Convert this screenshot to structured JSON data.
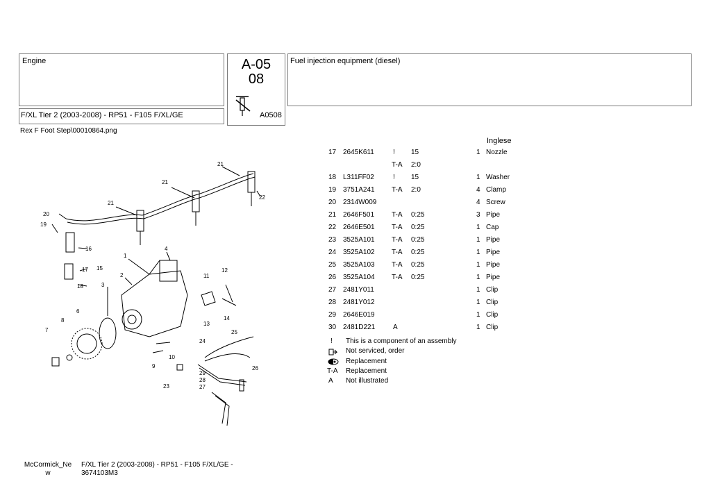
{
  "header": {
    "section_title": "Engine",
    "code_line1": "A-05",
    "code_line2": "08",
    "code_small": "A0508",
    "description": "Fuel injection equipment (diesel)",
    "model_line": "F/XL Tier 2 (2003-2008) - RP51 - F105 F/XL/GE"
  },
  "image_caption": "Rex F Foot Step\\00010864.png",
  "language_label": "Inglese",
  "parts": [
    {
      "num": "17",
      "part": "2645K611",
      "flag": "!",
      "qty_note": "15",
      "qty": "1",
      "desc": "Nozzle"
    },
    {
      "num": "",
      "part": "",
      "flag": "T-A",
      "qty_note": "2:0",
      "qty": "",
      "desc": ""
    },
    {
      "num": "18",
      "part": "L311FF02",
      "flag": "!",
      "qty_note": "15",
      "qty": "1",
      "desc": "Washer"
    },
    {
      "num": "19",
      "part": "3751A241",
      "flag": "T-A",
      "qty_note": "2:0",
      "qty": "4",
      "desc": "Clamp"
    },
    {
      "num": "20",
      "part": "2314W009",
      "flag": "",
      "qty_note": "",
      "qty": "4",
      "desc": "Screw"
    },
    {
      "num": "21",
      "part": "2646F501",
      "flag": "T-A",
      "qty_note": "0:25",
      "qty": "3",
      "desc": "Pipe"
    },
    {
      "num": "22",
      "part": "2646E501",
      "flag": "T-A",
      "qty_note": "0:25",
      "qty": "1",
      "desc": "Cap"
    },
    {
      "num": "23",
      "part": "3525A101",
      "flag": "T-A",
      "qty_note": "0:25",
      "qty": "1",
      "desc": "Pipe"
    },
    {
      "num": "24",
      "part": "3525A102",
      "flag": "T-A",
      "qty_note": "0:25",
      "qty": "1",
      "desc": "Pipe"
    },
    {
      "num": "25",
      "part": "3525A103",
      "flag": "T-A",
      "qty_note": "0:25",
      "qty": "1",
      "desc": "Pipe"
    },
    {
      "num": "26",
      "part": "3525A104",
      "flag": "T-A",
      "qty_note": "0:25",
      "qty": "1",
      "desc": "Pipe"
    },
    {
      "num": "27",
      "part": "2481Y011",
      "flag": "",
      "qty_note": "",
      "qty": "1",
      "desc": "Clip"
    },
    {
      "num": "28",
      "part": "2481Y012",
      "flag": "",
      "qty_note": "",
      "qty": "1",
      "desc": "Clip"
    },
    {
      "num": "29",
      "part": "2646E019",
      "flag": "",
      "qty_note": "",
      "qty": "1",
      "desc": "Clip"
    },
    {
      "num": "30",
      "part": "2481D221",
      "flag": "A",
      "qty_note": "",
      "qty": "1",
      "desc": "Clip"
    }
  ],
  "legend": [
    {
      "symbol": "!",
      "text": "This is a component of an assembly",
      "icon": "exclamation-icon"
    },
    {
      "symbol": "",
      "text": "Not serviced, order",
      "icon": "fuel-pump-icon"
    },
    {
      "symbol": "",
      "text": "Replacement",
      "icon": "half-circle-icon"
    },
    {
      "symbol": "T-A",
      "text": "Replacement",
      "icon": ""
    },
    {
      "symbol": "A",
      "text": "Not illustrated",
      "icon": ""
    }
  ],
  "diagram_callouts": [
    "1",
    "2",
    "3",
    "4",
    "6",
    "7",
    "8",
    "9",
    "10",
    "11",
    "12",
    "13",
    "14",
    "15",
    "16",
    "17",
    "18",
    "19",
    "20",
    "21",
    "21",
    "21",
    "22",
    "23",
    "24",
    "25",
    "26",
    "27",
    "28",
    "29"
  ],
  "footer": {
    "brand_line1": "McCormick_Ne",
    "brand_line2": "w",
    "model_line1": "F/XL Tier 2 (2003-2008) - RP51 - F105 F/XL/GE -",
    "model_line2": "3674103M3"
  }
}
